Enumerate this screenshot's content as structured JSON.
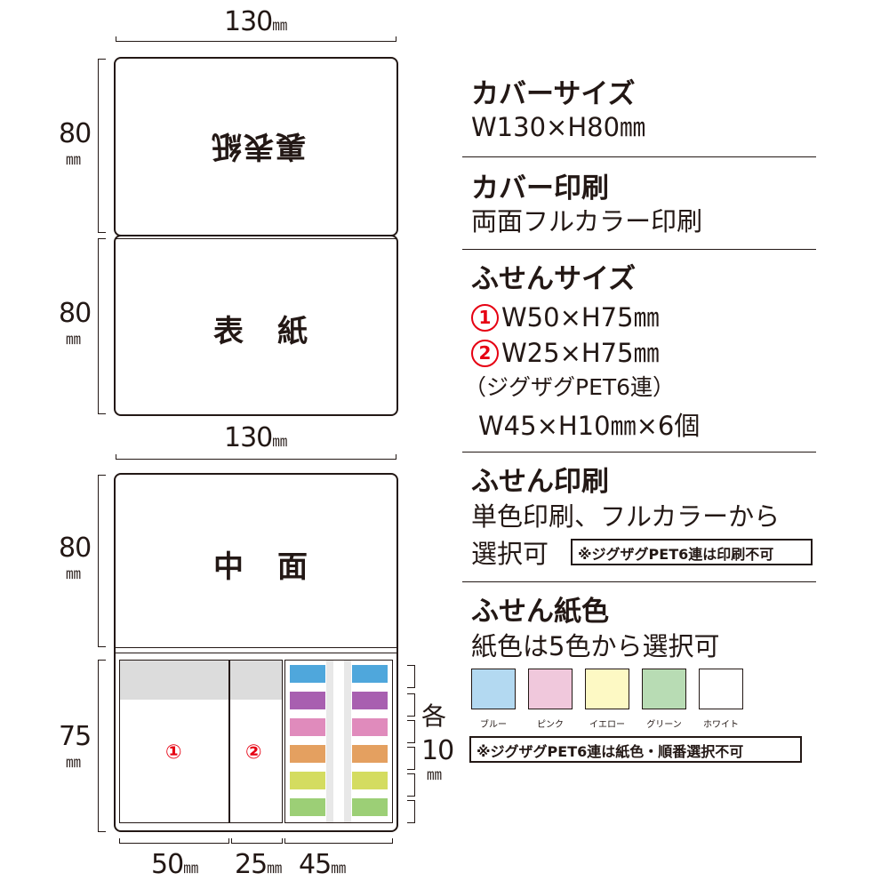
{
  "diagram": {
    "cover_outer": {
      "width_label": "130",
      "height_label": "80",
      "label": "裏表紙"
    },
    "cover_front": {
      "height_label": "80",
      "label": "表　紙"
    },
    "inner": {
      "width_label": "130",
      "height_label": "80",
      "label": "中　面",
      "lower_height_label": "75",
      "sticky_1": "①",
      "sticky_2": "②",
      "widths": [
        "50",
        "25",
        "45"
      ],
      "tab_note_line1": "各",
      "tab_note_line2": "10",
      "tab_colors": [
        "#4fa7dc",
        "#a85fb0",
        "#e08bbc",
        "#e4a060",
        "#d4dc60",
        "#9ccf76"
      ]
    },
    "unit": "㎜"
  },
  "specs": {
    "cover_size_title": "カバーサイズ",
    "cover_size_value": "W130×H80㎜",
    "cover_print_title": "カバー印刷",
    "cover_print_value": "両面フルカラー印刷",
    "sticky_size_title": "ふせんサイズ",
    "sticky_size_1_mark": "1",
    "sticky_size_1_value": "W50×H75㎜",
    "sticky_size_2_mark": "2",
    "sticky_size_2_value": "W25×H75㎜",
    "sticky_size_3_line1": "（ジグザグPET6連）",
    "sticky_size_3_line2": "W45×H10㎜×6個",
    "sticky_print_title": "ふせん印刷",
    "sticky_print_value_line1": "単色印刷、フルカラーから",
    "sticky_print_value_line2": "選択可",
    "sticky_print_note": "※ジグザグPET6連は印刷不可",
    "paper_color_title": "ふせん紙色",
    "paper_color_value": "紙色は5色から選択可",
    "paper_color_note": "※ジグザグPET6連は紙色・順番選択不可",
    "swatches": [
      {
        "label": "ブルー",
        "color": "#b3d9f1"
      },
      {
        "label": "ピンク",
        "color": "#f0c8dc"
      },
      {
        "label": "イエロー",
        "color": "#fdf9c4"
      },
      {
        "label": "グリーン",
        "color": "#b8dcb4"
      },
      {
        "label": "ホワイト",
        "color": "#ffffff"
      }
    ]
  }
}
